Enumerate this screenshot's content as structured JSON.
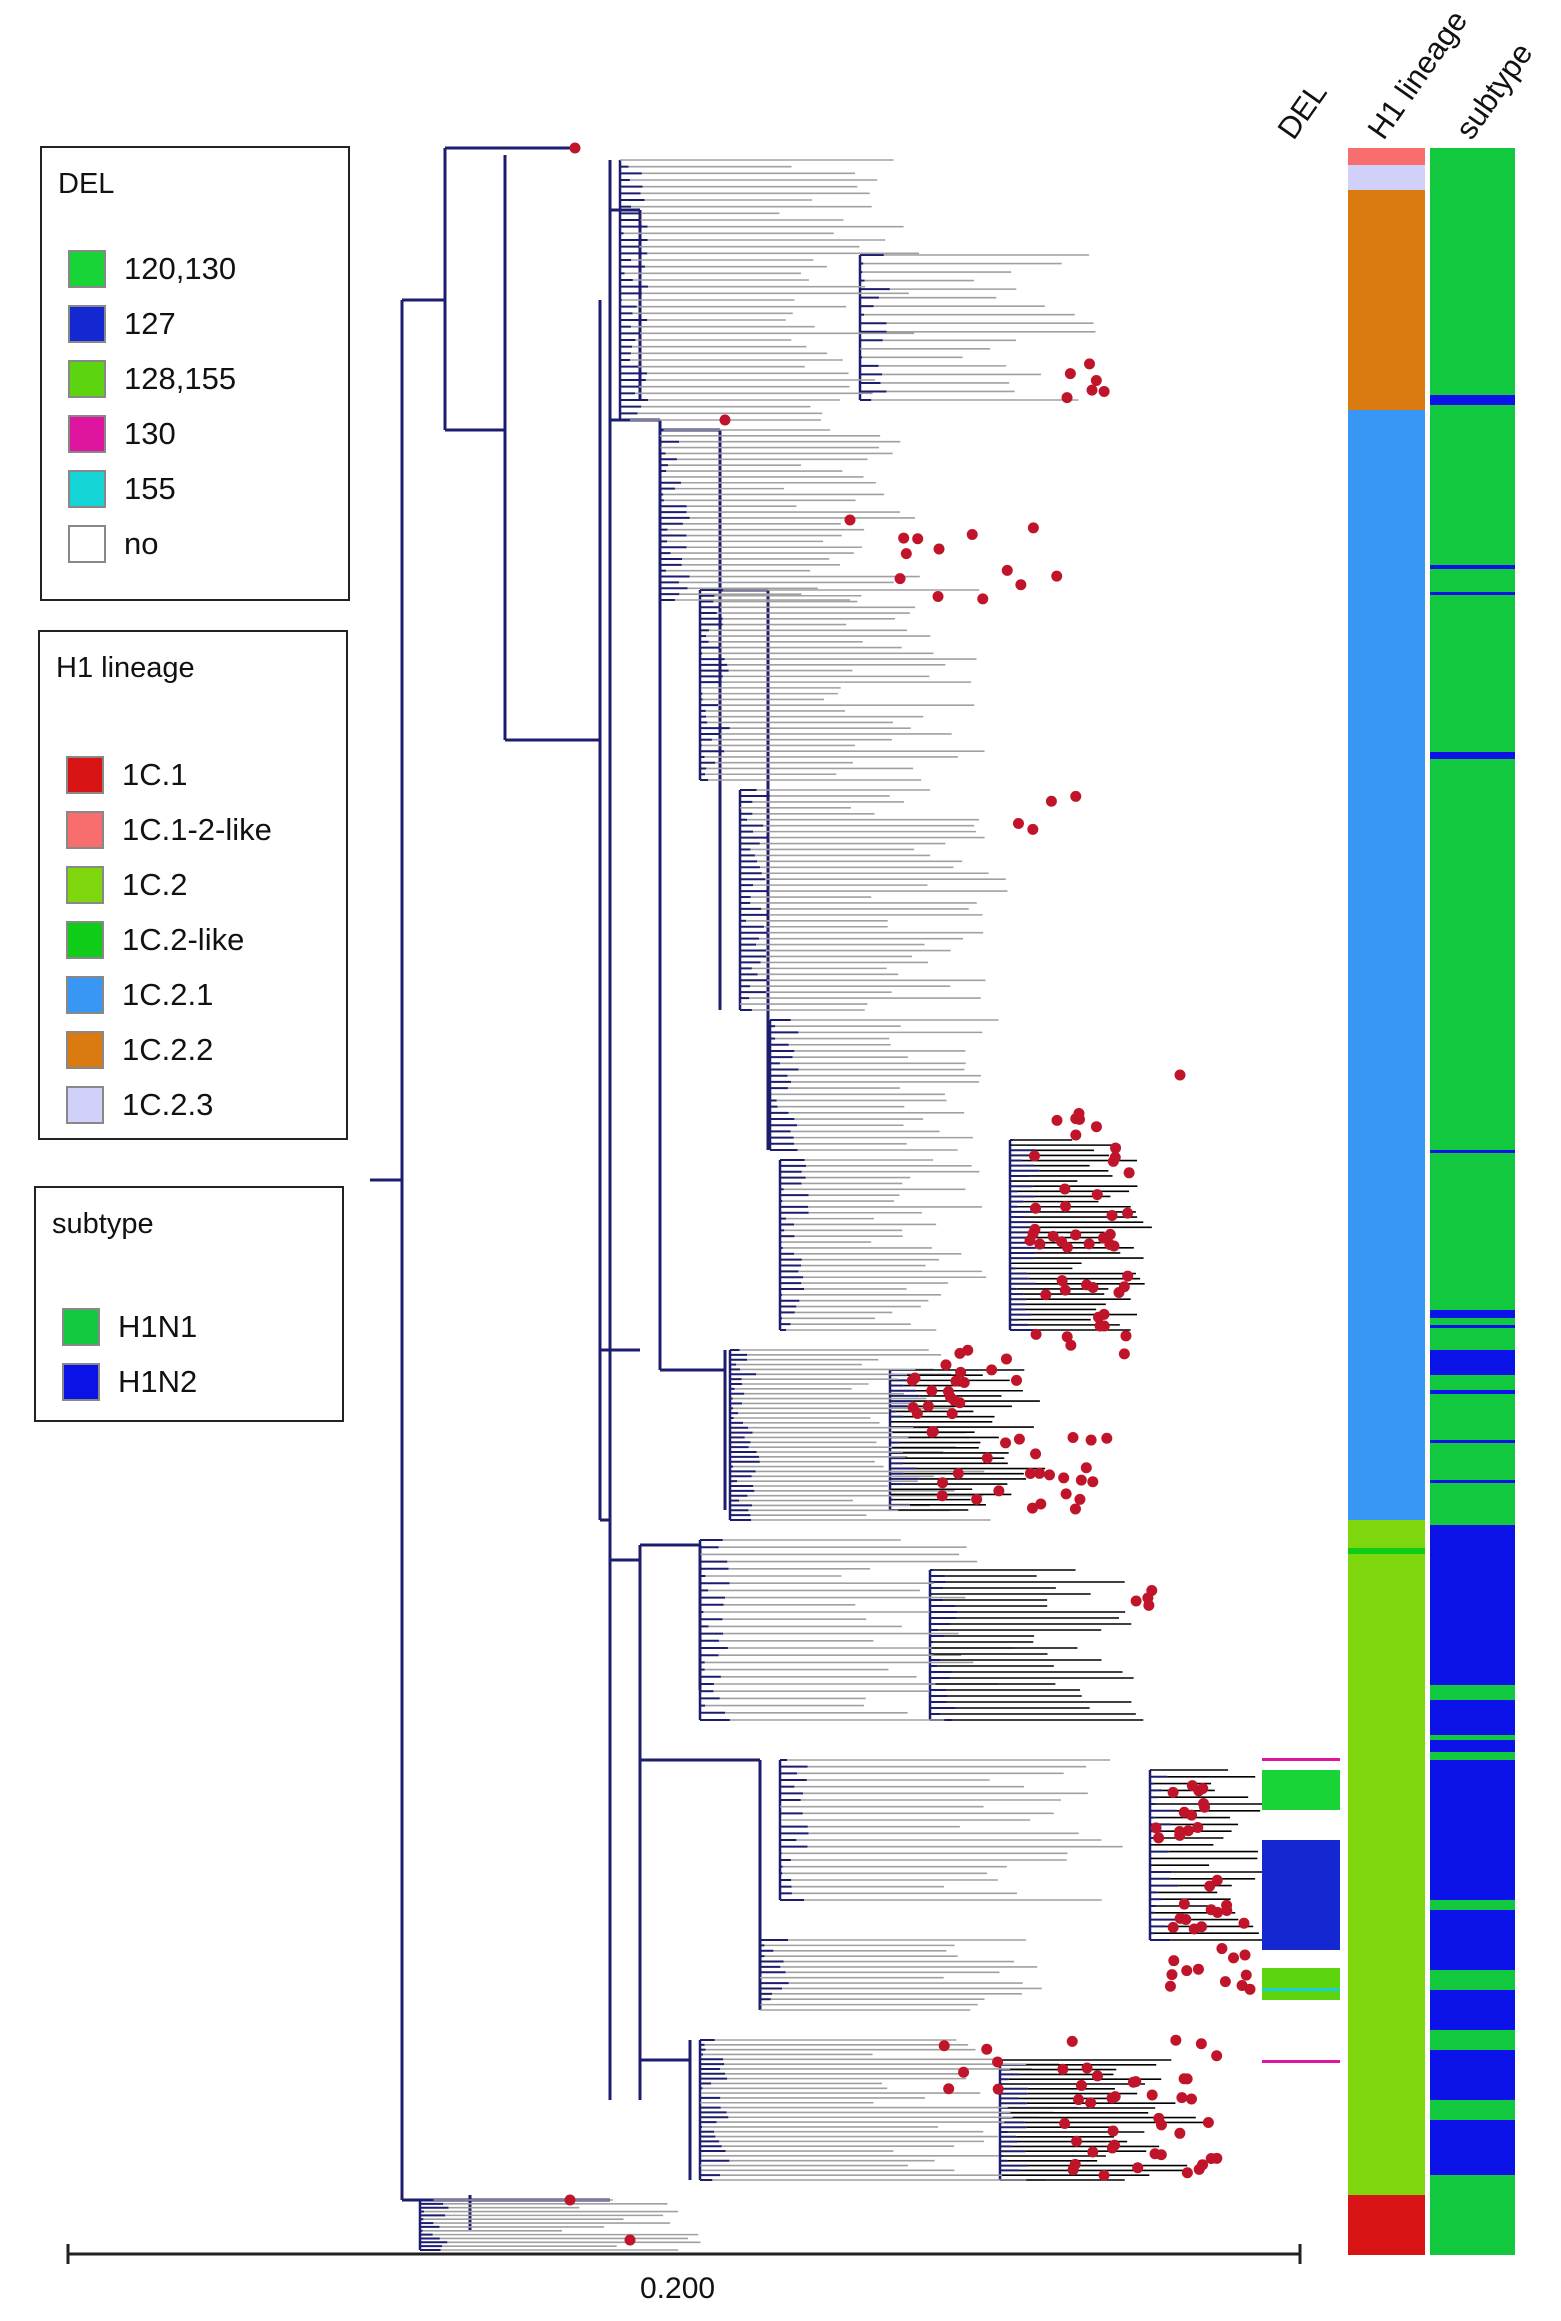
{
  "legends": {
    "del": {
      "title": "DEL",
      "items": [
        {
          "label": "120,130",
          "color": "#19d436"
        },
        {
          "label": "127",
          "color": "#1428d2"
        },
        {
          "label": "128,155",
          "color": "#5cd40f"
        },
        {
          "label": "130",
          "color": "#e0159f"
        },
        {
          "label": "155",
          "color": "#14d4d6"
        },
        {
          "label": "no",
          "color": "#ffffff"
        }
      ]
    },
    "h1_lineage": {
      "title": "H1 lineage",
      "items": [
        {
          "label": "1C.1",
          "color": "#d81414"
        },
        {
          "label": "1C.1-2-like",
          "color": "#f86e6e"
        },
        {
          "label": "1C.2",
          "color": "#7ed60c"
        },
        {
          "label": "1C.2-like",
          "color": "#0ecc17"
        },
        {
          "label": "1C.2.1",
          "color": "#3896f5"
        },
        {
          "label": "1C.2.2",
          "color": "#da7a10"
        },
        {
          "label": "1C.2.3",
          "color": "#d0d0f8"
        }
      ]
    },
    "subtype": {
      "title": "subtype",
      "items": [
        {
          "label": "H1N1",
          "color": "#12c83e"
        },
        {
          "label": "H1N2",
          "color": "#0a12e8"
        }
      ]
    }
  },
  "column_headers": {
    "del": "DEL",
    "h1_lineage": "H1 lineage",
    "subtype": "subtype"
  },
  "scale_bar": {
    "label": "0.200"
  },
  "colors": {
    "backbone_branch": "#1c1d6e",
    "grey_branch": "#a0a0a0",
    "black_branch": "#000000",
    "tip_marker": "#c0142a"
  }
}
